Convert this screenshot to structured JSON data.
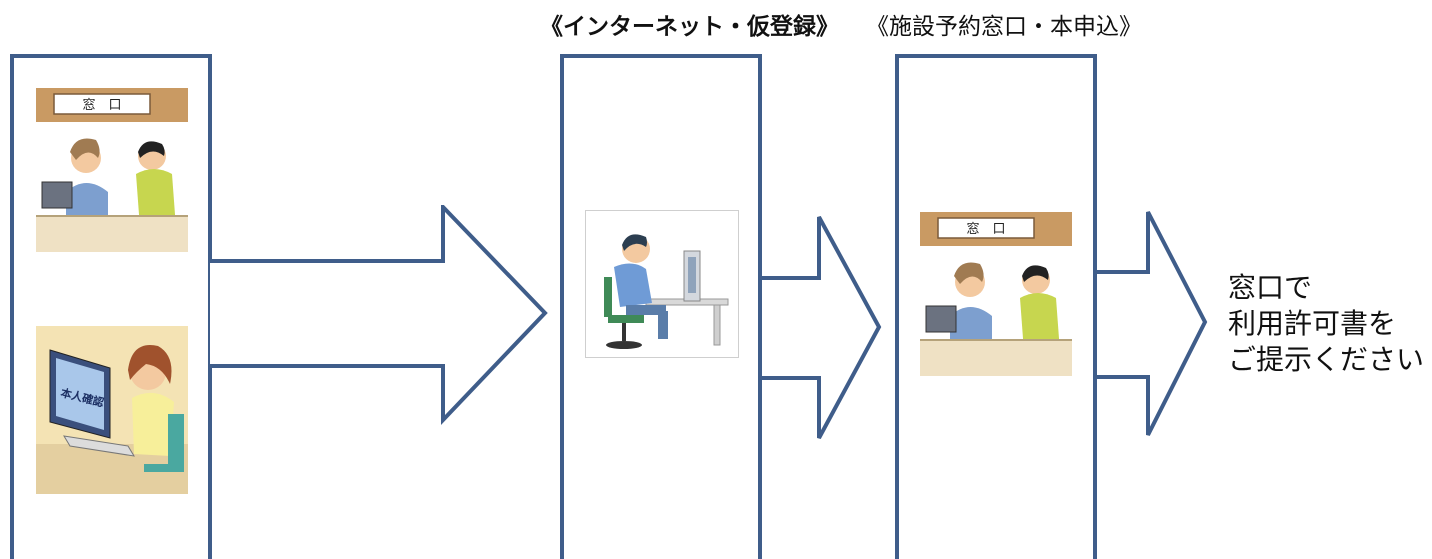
{
  "steps": [
    {
      "title": ""
    },
    {
      "title": "《インターネット・仮登録》"
    },
    {
      "title": "《施設予約窓口・本申込》"
    }
  ],
  "sign_label": "窓　口",
  "pc_screen_label": "本人確認",
  "final_message": [
    "窓口で",
    "利用許可書を",
    "ご提示ください"
  ],
  "colors": {
    "frame": "#3f5d8a"
  }
}
